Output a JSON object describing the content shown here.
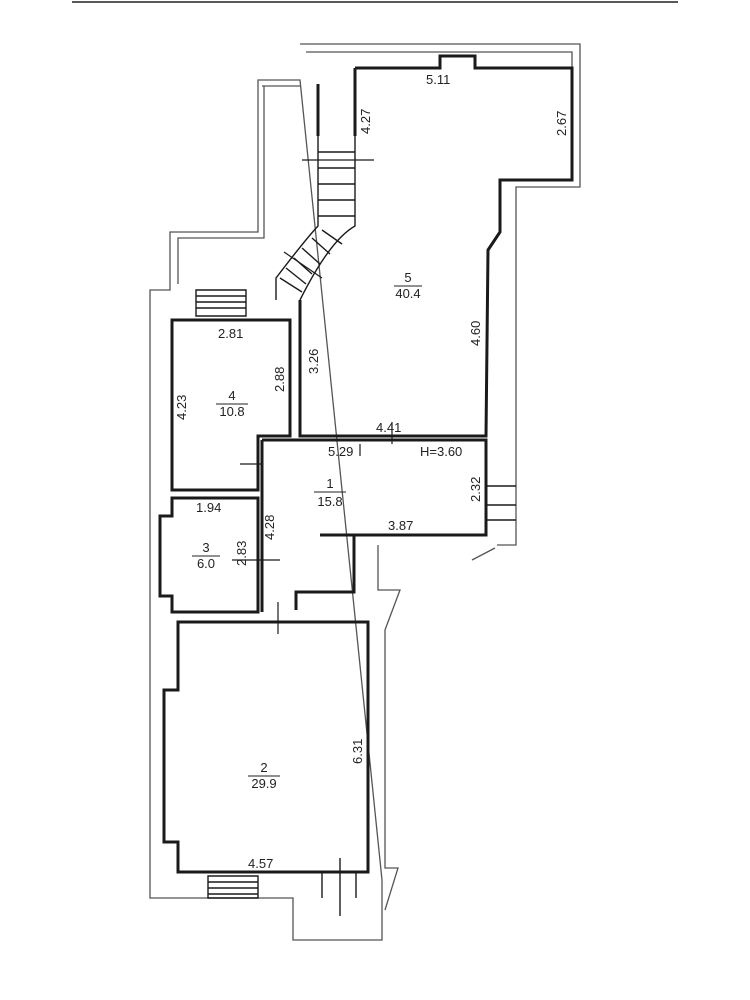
{
  "rooms": [
    {
      "number": "1",
      "area": "15.8"
    },
    {
      "number": "2",
      "area": "29.9"
    },
    {
      "number": "3",
      "area": "6.0"
    },
    {
      "number": "4",
      "area": "10.8"
    },
    {
      "number": "5",
      "area": "40.4"
    }
  ],
  "dimensions": {
    "r5_top": "5.11",
    "r5_right": "2.67",
    "r5_stair": "4.27",
    "r5_east": "4.60",
    "r5_west": "3.26",
    "r5_bottom": "4.41",
    "r4_top": "2.81",
    "r4_right": "2.88",
    "r4_left": "4.23",
    "r1_top": "5.29",
    "height": "H=3.60",
    "r1_right": "2.32",
    "r1_west": "4.28",
    "r1_bottom": "3.87",
    "r3_top": "1.94",
    "r3_right": "2.83",
    "r2_right": "6.31",
    "r2_bottom": "4.57"
  }
}
